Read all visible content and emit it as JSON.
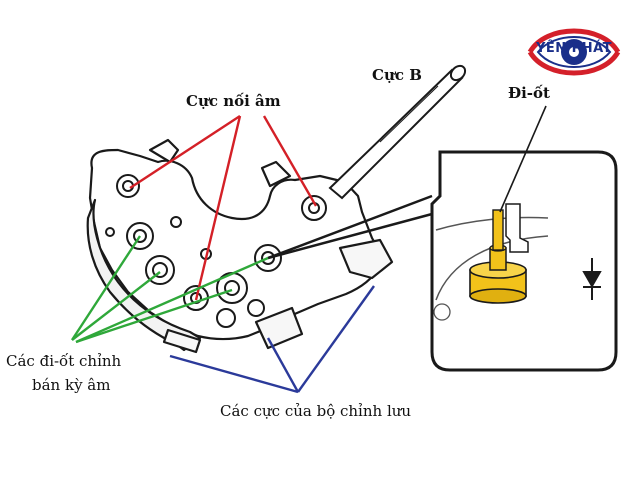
{
  "logo": {
    "text": "YÊN PHÁT",
    "color_red": "#d4202a",
    "color_blue": "#1a2f8a"
  },
  "labels": {
    "cuc_noi_am": "Cực nối âm",
    "cuc_b": "Cực B",
    "di_ot": "Đi-ốt",
    "cac_di_ot_line1": "Các đi-ốt chỉnh",
    "cac_di_ot_line2": "bán kỳ âm",
    "cac_cuc": "Các cực của bộ chỉnh lưu"
  },
  "colors": {
    "red_lines": "#d42027",
    "green_lines": "#2fa83a",
    "blue_lines": "#2b3a9a",
    "diode_gold": "#f2c21a"
  },
  "icons": [
    "diode-symbol-icon",
    "logo-eye-icon"
  ]
}
